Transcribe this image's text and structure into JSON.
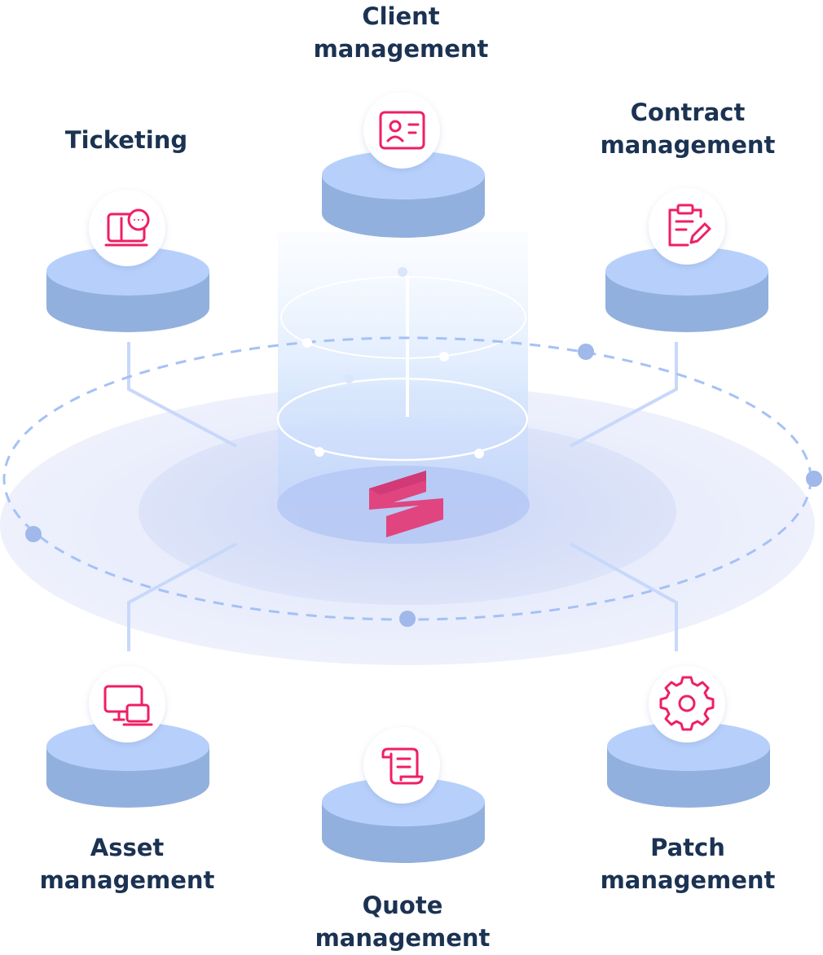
{
  "modules": [
    {
      "id": "client",
      "lines": [
        "Client",
        "management"
      ],
      "icon": "contact-card-icon"
    },
    {
      "id": "ticketing",
      "lines": [
        "Ticketing"
      ],
      "icon": "ticket-chat-icon"
    },
    {
      "id": "contract",
      "lines": [
        "Contract",
        "management"
      ],
      "icon": "clipboard-edit-icon"
    },
    {
      "id": "asset",
      "lines": [
        "Asset",
        "management"
      ],
      "icon": "devices-icon"
    },
    {
      "id": "patch",
      "lines": [
        "Patch",
        "management"
      ],
      "icon": "gear-icon"
    },
    {
      "id": "quote",
      "lines": [
        "Quote",
        "management"
      ],
      "icon": "scroll-icon"
    }
  ],
  "center": {
    "logo": "brand-logo-icon"
  },
  "colors": {
    "label": "#1b3252",
    "accent": "#ef1f64",
    "logo": "#e0457f",
    "platform_top": "#b7d0fb",
    "platform_side": "#92b0dd",
    "connector": "#c7d8fb",
    "ring": "#a5c1f6",
    "dot": "#a0b8ea"
  }
}
